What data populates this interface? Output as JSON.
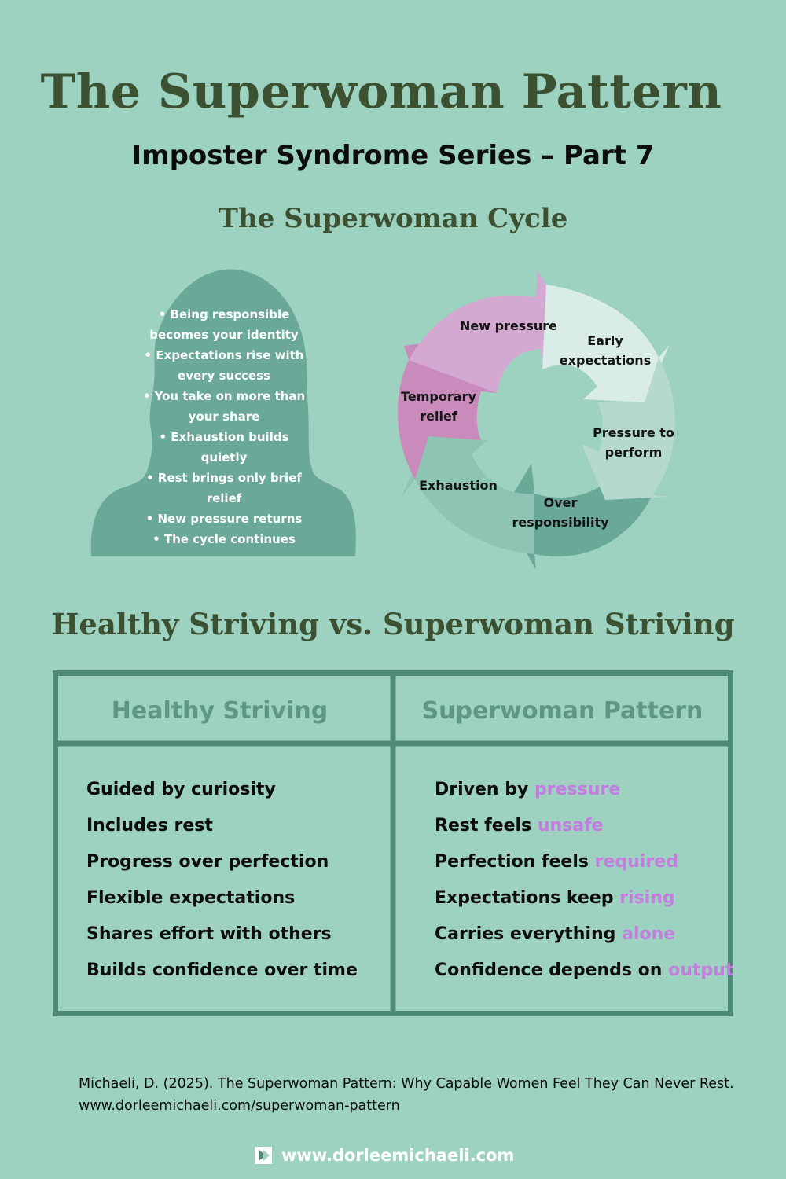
{
  "header": {
    "title": "The Superwoman Pattern",
    "subtitle": "Imposter Syndrome Series – Part 7",
    "cycle_title": "The Superwoman Cycle"
  },
  "silhouette": {
    "icon": "woman-silhouette-icon",
    "bullets": [
      "• Being responsible becomes your identity",
      "• Expectations rise with every success",
      "• You take on more than your share",
      "• Exhaustion builds quietly",
      "• Rest brings only brief relief",
      "• New pressure returns",
      "• The cycle continues"
    ]
  },
  "cycle": {
    "stages": {
      "new_pressure": "New pressure",
      "early_expectations_1": "Early",
      "early_expectations_2": "expectations",
      "pressure_to_perform_1": "Pressure to",
      "pressure_to_perform_2": "perform",
      "over_responsibility_1": "Over",
      "over_responsibility_2": "responsibility",
      "exhaustion": "Exhaustion",
      "temporary_relief_1": "Temporary",
      "temporary_relief_2": "relief"
    }
  },
  "comparison": {
    "title": "Healthy Striving vs. Superwoman Striving",
    "healthy": {
      "header": "Healthy Striving",
      "items": [
        "Guided by curiosity",
        "Includes rest",
        "Progress over perfection",
        "Flexible expectations",
        "Shares effort with others",
        "Builds confidence over time"
      ]
    },
    "superwoman": {
      "header": "Superwoman Pattern",
      "items": [
        {
          "lead": "Driven by ",
          "highlight": "pressure"
        },
        {
          "lead": "Rest feels ",
          "highlight": "unsafe"
        },
        {
          "lead": "Perfection feels ",
          "highlight": "required"
        },
        {
          "lead": "Expectations keep ",
          "highlight": "rising"
        },
        {
          "lead": "Carries everything ",
          "highlight": "alone"
        },
        {
          "lead": "Confidence depends on ",
          "highlight": "output"
        }
      ]
    }
  },
  "citation": {
    "line1": "Michaeli, D. (2025). The Superwoman Pattern: Why Capable Women Feel They Can Never Rest.",
    "line2": "www.dorleemichaeli.com/superwoman-pattern"
  },
  "footer": {
    "icon": "logo-icon",
    "url": "www.dorleemichaeli.com"
  },
  "colors": {
    "background": "#9dd1c0",
    "title_green": "#3b5131",
    "table_border": "#4f8a79",
    "highlight_purple": "#c37ee0",
    "silhouette": "#6aa897"
  }
}
